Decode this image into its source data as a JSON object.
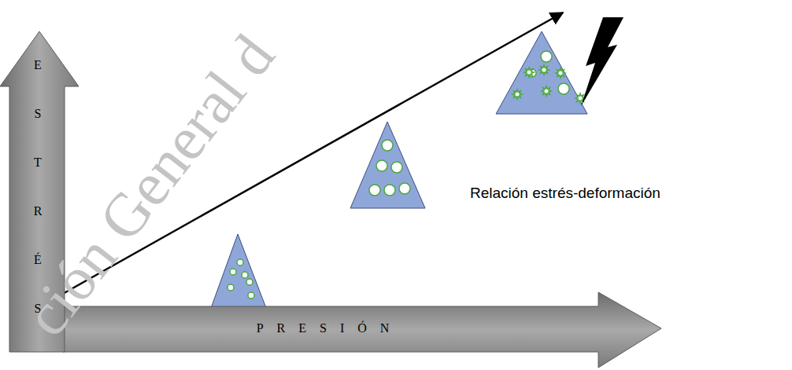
{
  "diagram": {
    "nodes": [
      {
        "text": [
          "ESTRÉS"
        ]
      },
      {
        "text": [
          "PRESIÓN"
        ]
      }
    ],
    "labels": [
      "Relación estrés-deformación",
      "ción General d"
    ]
  }
}
